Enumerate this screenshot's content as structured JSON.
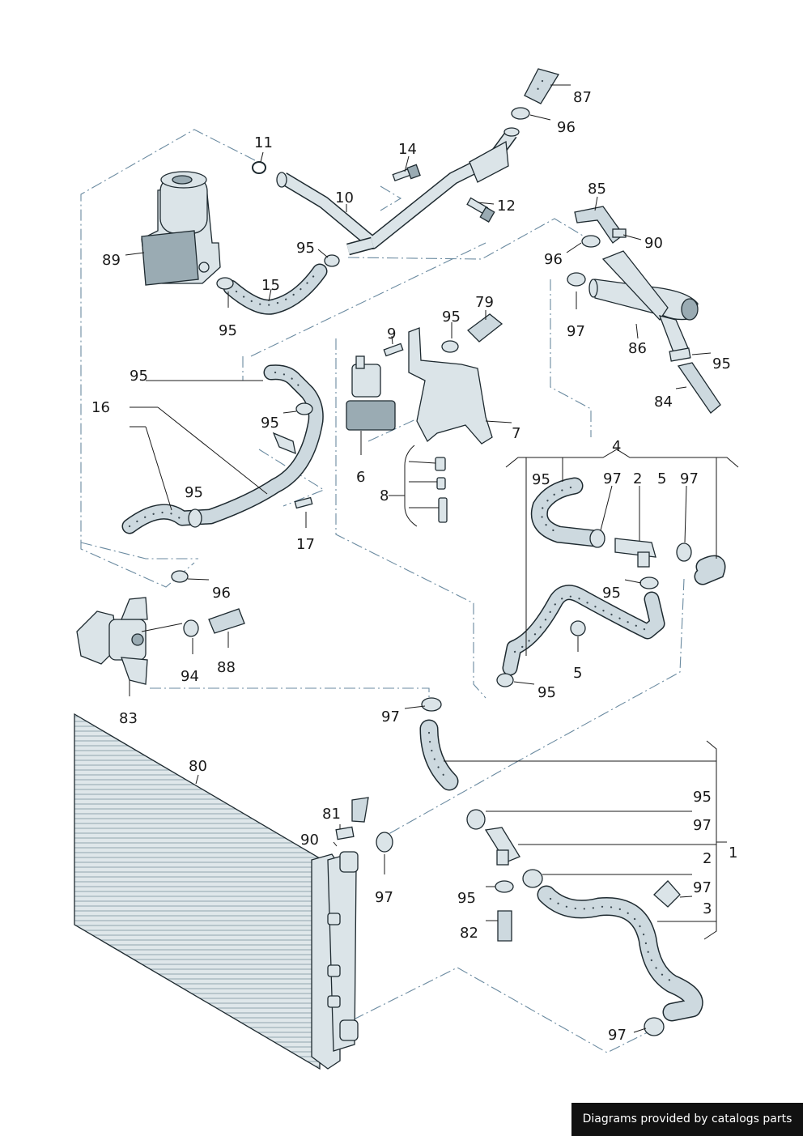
{
  "diagram": {
    "labels": {
      "l87": "87",
      "l96a": "96",
      "l11": "11",
      "l14": "14",
      "l10": "10",
      "l12": "12",
      "l85": "85",
      "l90a": "90",
      "l89": "89",
      "l95a": "95",
      "l15": "15",
      "l95b": "95",
      "l96b": "96",
      "l79": "79",
      "l9": "9",
      "l95c": "95",
      "l97a": "97",
      "l86": "86",
      "l95d": "95",
      "l84": "84",
      "l95e": "95",
      "l16": "16",
      "l95f": "95",
      "l7": "7",
      "l6": "6",
      "l4": "4",
      "l95g": "95",
      "l97b": "97",
      "l2a": "2",
      "l5a": "5",
      "l97c": "97",
      "l8": "8",
      "l95h": "95",
      "l17": "17",
      "l96c": "96",
      "l95i": "95",
      "l88": "88",
      "l94": "94",
      "l5b": "5",
      "l83": "83",
      "l95j": "95",
      "l97d": "97",
      "l80": "80",
      "l95k": "95",
      "l81": "81",
      "l97e": "97",
      "l90b": "90",
      "l2b": "2",
      "l1": "1",
      "l97f": "97",
      "l95l": "95",
      "l97g": "97",
      "l3": "3",
      "l82": "82",
      "l97h": "97"
    }
  },
  "footer": {
    "credit": "Diagrams provided by catalogs parts"
  }
}
